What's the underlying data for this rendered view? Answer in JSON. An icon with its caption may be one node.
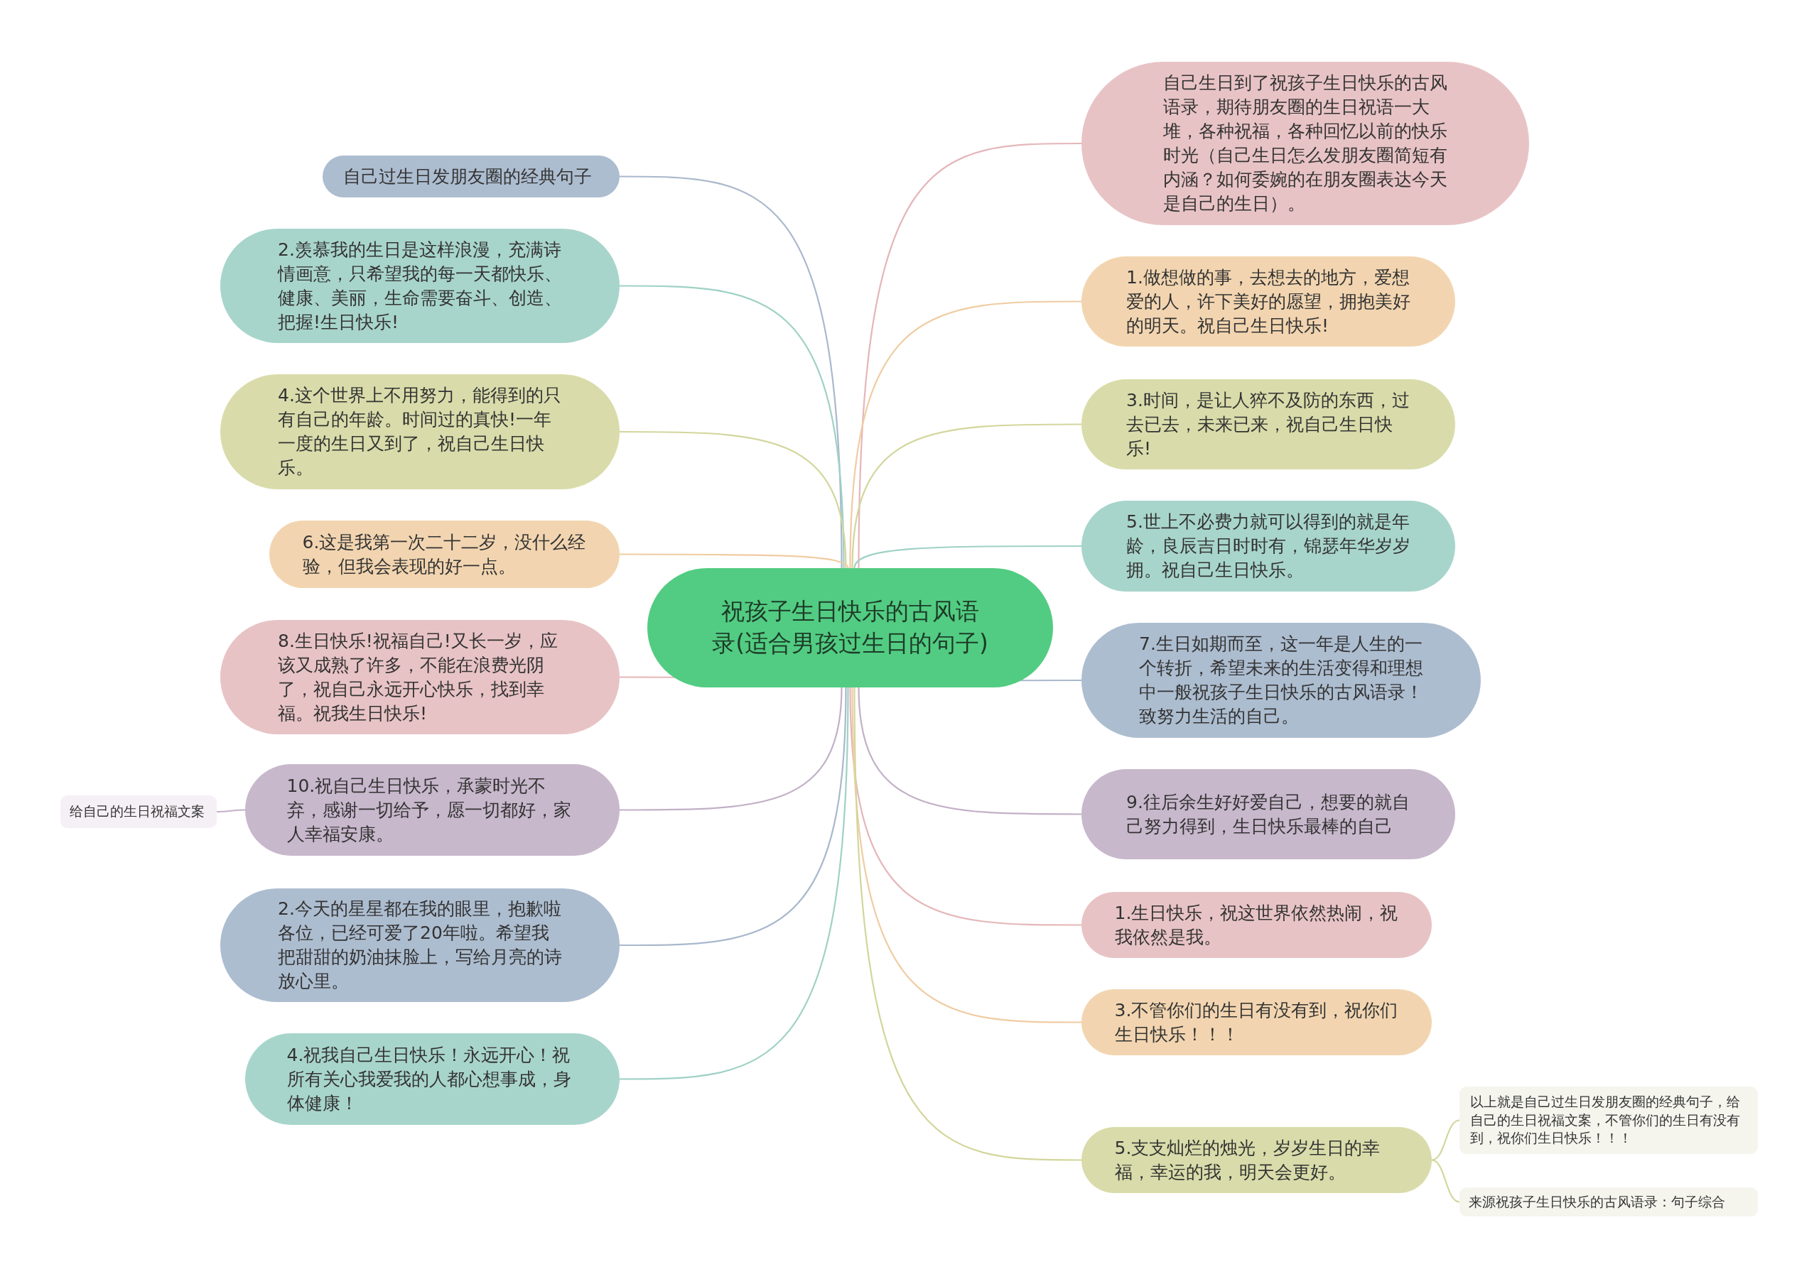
{
  "diagram": {
    "nodes": [
      {
        "text": [
          "祝孩子生日快乐的古风语录(适合男孩过生日的句子)"
        ]
      },
      {
        "text": [
          "自己过生日发朋友圈的经典句子"
        ]
      },
      {
        "text": [
          "2.羡慕我的生日是这样浪漫，充满诗情画意，只希望我的每一天都快乐、健康、美丽，生命需要奋斗、创造、把握!生日快乐!"
        ]
      },
      {
        "text": [
          "4.这个世界上不用努力，能得到的只有自己的年龄。时间过的真快!一年一度的生日又到了，祝自己生日快乐。"
        ]
      },
      {
        "text": [
          "6.这是我第一次二十二岁，没什么经验，但我会表现的好一点。"
        ]
      },
      {
        "text": [
          "8.生日快乐!祝福自己!又长一岁，应该又成熟了许多，不能在浪费光阴了，祝自己永远开心快乐，找到幸福。祝我生日快乐!"
        ]
      },
      {
        "text": [
          "10.祝自己生日快乐，承蒙时光不弃，感谢一切给予，愿一切都好，家人幸福安康。"
        ]
      },
      {
        "text": [
          "给自己的生日祝福文案"
        ]
      },
      {
        "text": [
          "2.今天的星星都在我的眼里，抱歉啦各位，已经可爱了20年啦。希望我把甜甜的奶油抹脸上，写给月亮的诗放心里。"
        ]
      },
      {
        "text": [
          "4.祝我自己生日快乐！永远开心！祝所有关心我爱我的人都心想事成，身体健康！"
        ]
      },
      {
        "text": [
          "自己生日到了祝孩子生日快乐的古风语录，期待朋友圈的生日祝语一大堆，各种祝福，各种回忆以前的快乐时光（自己生日怎么发朋友圈简短有内涵？如何委婉的在朋友圈表达今天是自己的生日）。"
        ]
      },
      {
        "text": [
          "1.做想做的事，去想去的地方，爱想爱的人，许下美好的愿望，拥抱美好的明天。祝自己生日快乐!"
        ]
      },
      {
        "text": [
          "3.时间，是让人猝不及防的东西，过去已去，未来已来，祝自己生日快乐!"
        ]
      },
      {
        "text": [
          "5.世上不必费力就可以得到的就是年龄，良辰吉日时时有，锦瑟年华岁岁拥。祝自己生日快乐。"
        ]
      },
      {
        "text": [
          "7.生日如期而至，这一年是人生的一个转折，希望未来的生活变得和理想中一般祝孩子生日快乐的古风语录！致努力生活的自己。"
        ]
      },
      {
        "text": [
          "9.往后余生好好爱自己，想要的就自己努力得到，生日快乐最棒的自己"
        ]
      },
      {
        "text": [
          "1.生日快乐，祝这世界依然热闹，祝我依然是我。"
        ]
      },
      {
        "text": [
          "3.不管你们的生日有没有到，祝你们生日快乐！！！"
        ]
      },
      {
        "text": [
          "5.支支灿烂的烛光，岁岁生日的幸福，幸运的我，明天会更好。"
        ]
      },
      {
        "text": [
          "以上就是自己过生日发朋友圈的经典句子，给自己的生日祝福文案，不管你们的生日有没有到，祝你们生日快乐！！！"
        ]
      },
      {
        "text": [
          "来源祝孩子生日快乐的古风语录：句子综合"
        ]
      }
    ],
    "edges": [
      {
        "from": 0,
        "to": 1,
        "arrow": "none",
        "color": "#a9b8cc"
      },
      {
        "from": 0,
        "to": 2,
        "arrow": "none",
        "color": "#9fd1c5"
      },
      {
        "from": 0,
        "to": 3,
        "arrow": "none",
        "color": "#d3d69c"
      },
      {
        "from": 0,
        "to": 4,
        "arrow": "none",
        "color": "#f0cca2"
      },
      {
        "from": 0,
        "to": 5,
        "arrow": "none",
        "color": "#e5b6b9"
      },
      {
        "from": 0,
        "to": 6,
        "arrow": "none",
        "color": "#c2b0c7"
      },
      {
        "from": 6,
        "to": 7,
        "arrow": "none",
        "color": "#c2b0c7"
      },
      {
        "from": 0,
        "to": 8,
        "arrow": "none",
        "color": "#a9b8cc"
      },
      {
        "from": 0,
        "to": 9,
        "arrow": "none",
        "color": "#9fd1c5"
      },
      {
        "from": 0,
        "to": 10,
        "arrow": "none",
        "color": "#e5b6b9"
      },
      {
        "from": 0,
        "to": 11,
        "arrow": "none",
        "color": "#f0cca2"
      },
      {
        "from": 0,
        "to": 12,
        "arrow": "none",
        "color": "#d3d69c"
      },
      {
        "from": 0,
        "to": 13,
        "arrow": "none",
        "color": "#9fd1c5"
      },
      {
        "from": 0,
        "to": 14,
        "arrow": "none",
        "color": "#a9b8cc"
      },
      {
        "from": 0,
        "to": 15,
        "arrow": "none",
        "color": "#c2b0c7"
      },
      {
        "from": 0,
        "to": 16,
        "arrow": "none",
        "color": "#e5b6b9"
      },
      {
        "from": 0,
        "to": 17,
        "arrow": "none",
        "color": "#f0cca2"
      },
      {
        "from": 0,
        "to": 18,
        "arrow": "none",
        "color": "#d3d69c"
      },
      {
        "from": 18,
        "to": 19,
        "arrow": "none",
        "color": "#d3d69c"
      },
      {
        "from": 18,
        "to": 20,
        "arrow": "none",
        "color": "#d3d69c"
      }
    ]
  }
}
